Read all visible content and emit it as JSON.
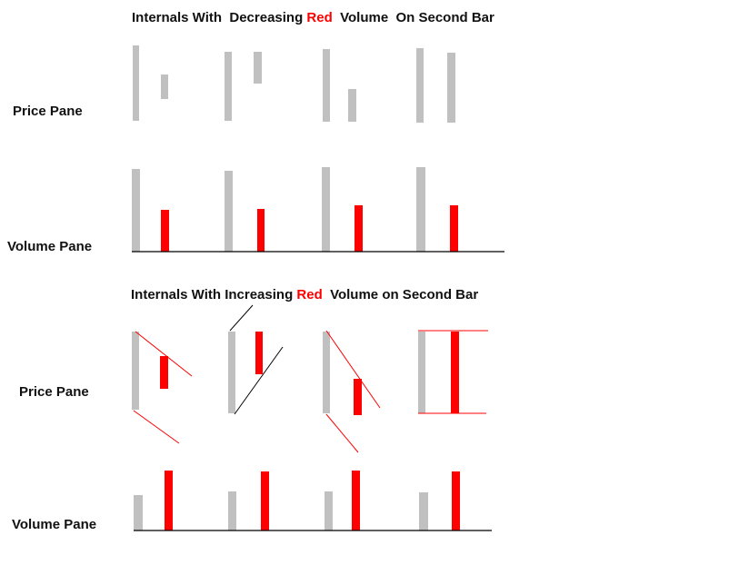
{
  "colors": {
    "gray_bar": "#c0c0c0",
    "red_bar": "#ff0000",
    "axis": "#000000",
    "text": "#111111"
  },
  "top_section": {
    "title_pre": "Internals With  Decreasing ",
    "title_red": "Red",
    "title_post": "  Volume  On Second Bar",
    "price_label": "Price Pane",
    "volume_label": "Volume Pane"
  },
  "bottom_section": {
    "title_pre": "Internals With Increasing ",
    "title_red": "Red",
    "title_post": "  Volume on Second Bar",
    "price_label": "Price Pane",
    "volume_label": "Volume Pane"
  }
}
